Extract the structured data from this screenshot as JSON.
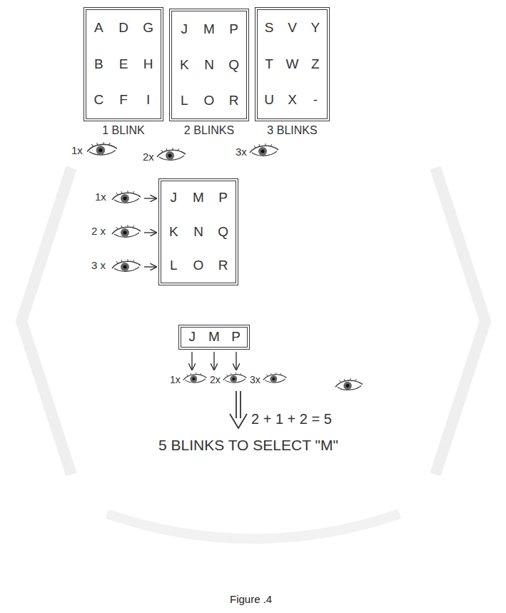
{
  "diagram": {
    "caption": "Figure .4",
    "nodes": [
      {
        "text": [
          "A",
          "D",
          "G",
          "B",
          "E",
          "H",
          "C",
          "F",
          "I",
          "1 BLINK"
        ]
      },
      {
        "text": [
          "J",
          "M",
          "P",
          "K",
          "N",
          "Q",
          "L",
          "O",
          "R",
          "2 BLINKS"
        ]
      },
      {
        "text": [
          "S",
          "V",
          "Y",
          "T",
          "W",
          "Z",
          "U",
          "X",
          "-",
          "3 BLINKS"
        ]
      },
      {
        "text": [
          "J",
          "M",
          "P",
          "K",
          "N",
          "Q",
          "L",
          "O",
          "R"
        ]
      },
      {
        "text": [
          "J",
          "M",
          "P"
        ]
      }
    ],
    "labels": [
      "1x",
      "2x",
      "3x",
      "1x",
      "2 x",
      "3 x",
      "1x",
      "2x",
      "3x",
      "2 + 1 + 2 = 5",
      "5 BLINKS TO SELECT \"M\""
    ]
  }
}
